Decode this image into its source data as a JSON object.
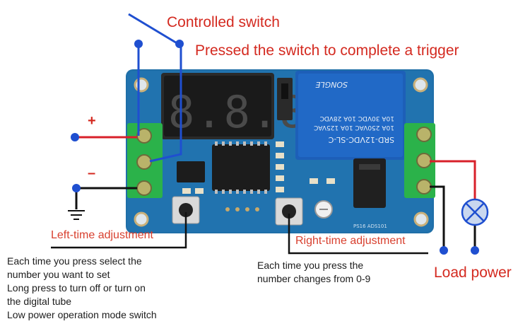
{
  "labels": {
    "controlled_switch": "Controlled switch",
    "trigger_note": "Pressed the switch to complete a trigger",
    "plus": "+",
    "minus": "–",
    "left_time": "Left-time adjustment",
    "right_time": "Right-time adjustment",
    "load_power": "Load power"
  },
  "left_notes": [
    "Each time you press select the",
    "number you want to set",
    "Long press to turn off or turn on",
    "the digital tube",
    "Low power operation mode switch"
  ],
  "right_notes": [
    "Each time you press the",
    "number changes from 0-9"
  ],
  "display": {
    "digits": "8.8.8."
  },
  "relay": {
    "model": "SRD-12VDC-SL-C",
    "rating_1": "10A 250VAC  10A 125VAC",
    "rating_2": "10A 30VDC  10A 28VDC",
    "brand": "SONGLE"
  },
  "pcb": {
    "codes": "PS16 ADS101"
  },
  "colors": {
    "board": "#1f6fa8",
    "wire_blue": "#1f4fd0",
    "wire_red": "#d8202a",
    "wire_black": "#111111",
    "terminal": "#2bb24a",
    "relay": "#1d5fb8",
    "display": "#2a2a2a",
    "label_red": "#d42a20"
  },
  "icons": [
    "ground-symbol-icon",
    "lamp-icon",
    "wire-end-dot-icon"
  ]
}
